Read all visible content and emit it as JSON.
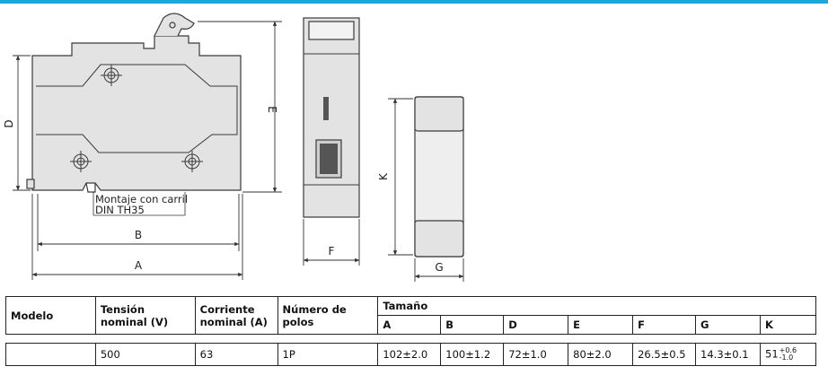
{
  "drawing": {
    "labels": {
      "D": "D",
      "E": "E",
      "B": "B",
      "A": "A",
      "F": "F",
      "K": "K",
      "G": "G"
    },
    "mount_note_line1": "Montaje con carril",
    "mount_note_line2": "DIN TH35"
  },
  "table": {
    "col_modelo": "Modelo",
    "col_tension": "Tensión nominal (V)",
    "col_corriente": "Corriente nominal (A)",
    "col_polos": "Número de polos",
    "col_tamano": "Tamaño",
    "size_cols": [
      "A",
      "B",
      "D",
      "E",
      "F",
      "G",
      "K"
    ],
    "row": {
      "modelo": "",
      "tension": "500",
      "corriente": "63",
      "polos": "1P",
      "A": "102±2.0",
      "B": "100±1.2",
      "D": "72±1.0",
      "E": "80±2.0",
      "F": "26.5±0.5",
      "G": "14.3±0.1",
      "K": "51",
      "K_tol_plus": "+0.6",
      "K_tol_minus": "-1.0"
    }
  },
  "colors": {
    "accent_bar": "#1fa6dc",
    "body_fill": "#e3e3e3",
    "line": "#3a3a3a"
  }
}
